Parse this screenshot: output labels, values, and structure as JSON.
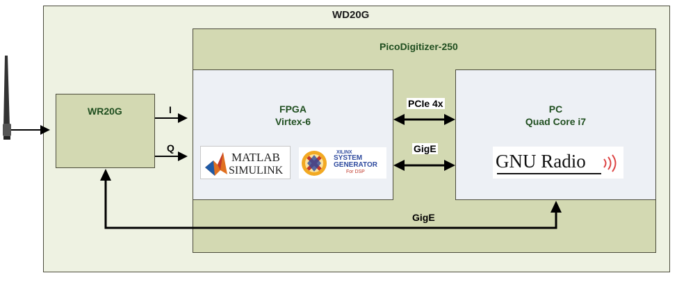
{
  "outer_title": "WD20G",
  "pico_title": "PicoDigitizer-250",
  "wr_title": "WR20G",
  "fpga": {
    "line1": "FPGA",
    "line2": "Virtex-6"
  },
  "pc": {
    "line1": "PC",
    "line2": "Quad Core i7"
  },
  "signals": {
    "i": "I",
    "q": "Q"
  },
  "links": {
    "pcie": "PCIe 4x",
    "gige_top": "GigE",
    "gige_bottom": "GigE"
  },
  "logos": {
    "matlab_line1": "MATLAB",
    "matlab_line2": "SIMULINK",
    "xilinx_line1": "XILINX",
    "xilinx_line2": "SYSTEM",
    "xilinx_line3": "GENERATOR",
    "xilinx_line4": "For DSP",
    "gnuradio": "GNU Radio"
  },
  "colors": {
    "outer": "#eef2e2",
    "block": "#d3d9b2",
    "inner": "#edf0f5",
    "label": "#1f4e1f"
  },
  "icons": [
    "antenna-icon",
    "matlab-membrane-icon",
    "xilinx-sysgen-icon",
    "radio-waves-icon"
  ]
}
